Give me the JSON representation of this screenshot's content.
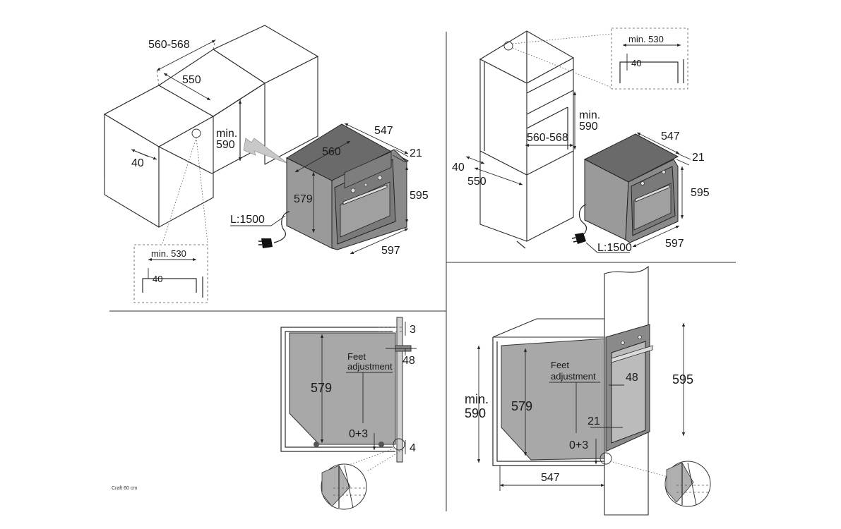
{
  "panel_top_left": {
    "width_range": "560-568",
    "depth": "550",
    "min_height": "min.\n590",
    "min_height_l1": "min.",
    "min_height_l2": "590",
    "setback": "40",
    "oven_width": "560",
    "oven_depth": "547",
    "front_thickness": "21",
    "oven_height_side": "579",
    "oven_height_front": "595",
    "oven_front_width": "597",
    "cable_length": "L:1500",
    "detail_min_width": "min. 530",
    "detail_gap": "40"
  },
  "panel_top_right": {
    "detail_min_width": "min. 530",
    "detail_gap": "40",
    "min_height_l1": "min.",
    "min_height_l2": "590",
    "width_range": "560-568",
    "setback": "40",
    "depth": "550",
    "oven_depth": "547",
    "front_thickness": "21",
    "oven_height_front": "595",
    "cable_length": "L:1500",
    "oven_front_width": "597"
  },
  "panel_bottom_left": {
    "top_gap": "3",
    "feet_l1": "Feet",
    "feet_l2": "adjustment",
    "offset": "48",
    "oven_height": "579",
    "feet_range": "0+3",
    "bottom_gap": "4",
    "caption": "Craft 60 cm"
  },
  "panel_bottom_right": {
    "feet_l1": "Feet",
    "feet_l2": "adjustment",
    "offset": "48",
    "min_height_l1": "min.",
    "min_height_l2": "590",
    "oven_height": "579",
    "front_height": "595",
    "front_thickness": "21",
    "feet_range": "0+3",
    "depth": "547"
  }
}
